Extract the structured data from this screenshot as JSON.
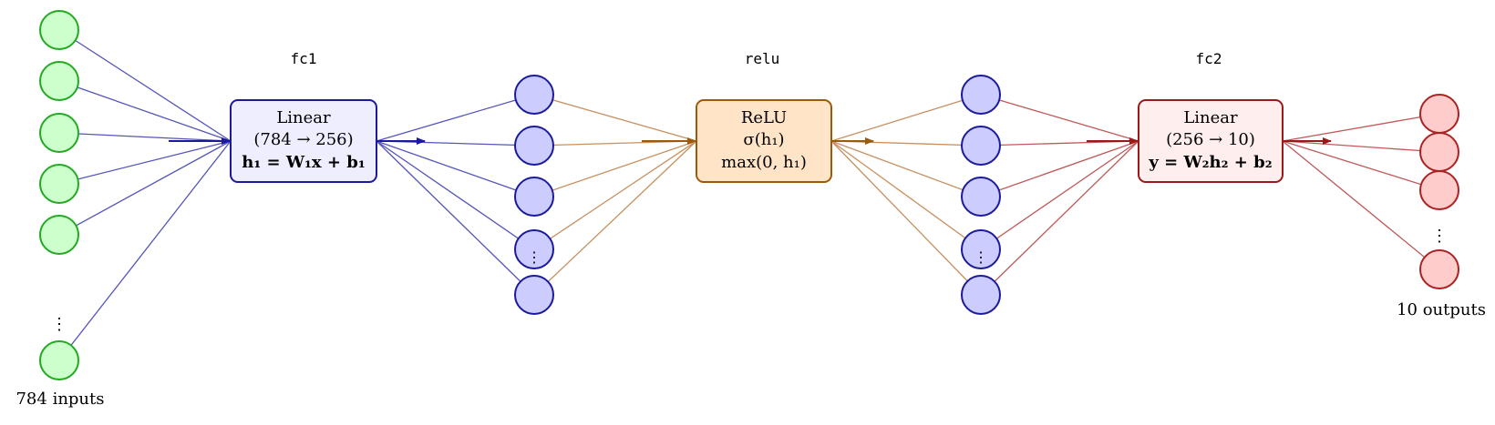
{
  "colors": {
    "input_fill": "#ccffcc",
    "input_stroke": "#22aa22",
    "hidden_fill": "#ccccff",
    "hidden_stroke": "#1a1a9a",
    "output_fill": "#ffcccc",
    "output_stroke": "#aa2222",
    "fc1_fill": "#eeeeff",
    "fc1_stroke": "#1a1a9a",
    "fc1_edge": "#5555bb",
    "relu_fill": "#ffe4c8",
    "relu_stroke": "#9a5a10",
    "relu_edge": "#c89060",
    "fc2_fill": "#ffeeee",
    "fc2_stroke": "#9a1a1a",
    "fc2_edge": "#c05a5a"
  },
  "inputs": {
    "caption": "784 inputs",
    "ellipsis": "⋮"
  },
  "fc1": {
    "tag": "fc1",
    "line1": "Linear",
    "line2": "(784 → 256)",
    "line3": "h₁ = W₁x + b₁"
  },
  "relu": {
    "tag": "relu",
    "line1": "ReLU",
    "line2": "σ(h₁)",
    "line3": "max(0, h₁)"
  },
  "fc2": {
    "tag": "fc2",
    "line1": "Linear",
    "line2": "(256 → 10)",
    "line3": "y = W₂h₂ + b₂"
  },
  "hidden1": {
    "ellipsis": "⋮"
  },
  "hidden2": {
    "ellipsis": "⋮"
  },
  "outputs": {
    "caption": "10 outputs",
    "ellipsis": "⋮"
  }
}
